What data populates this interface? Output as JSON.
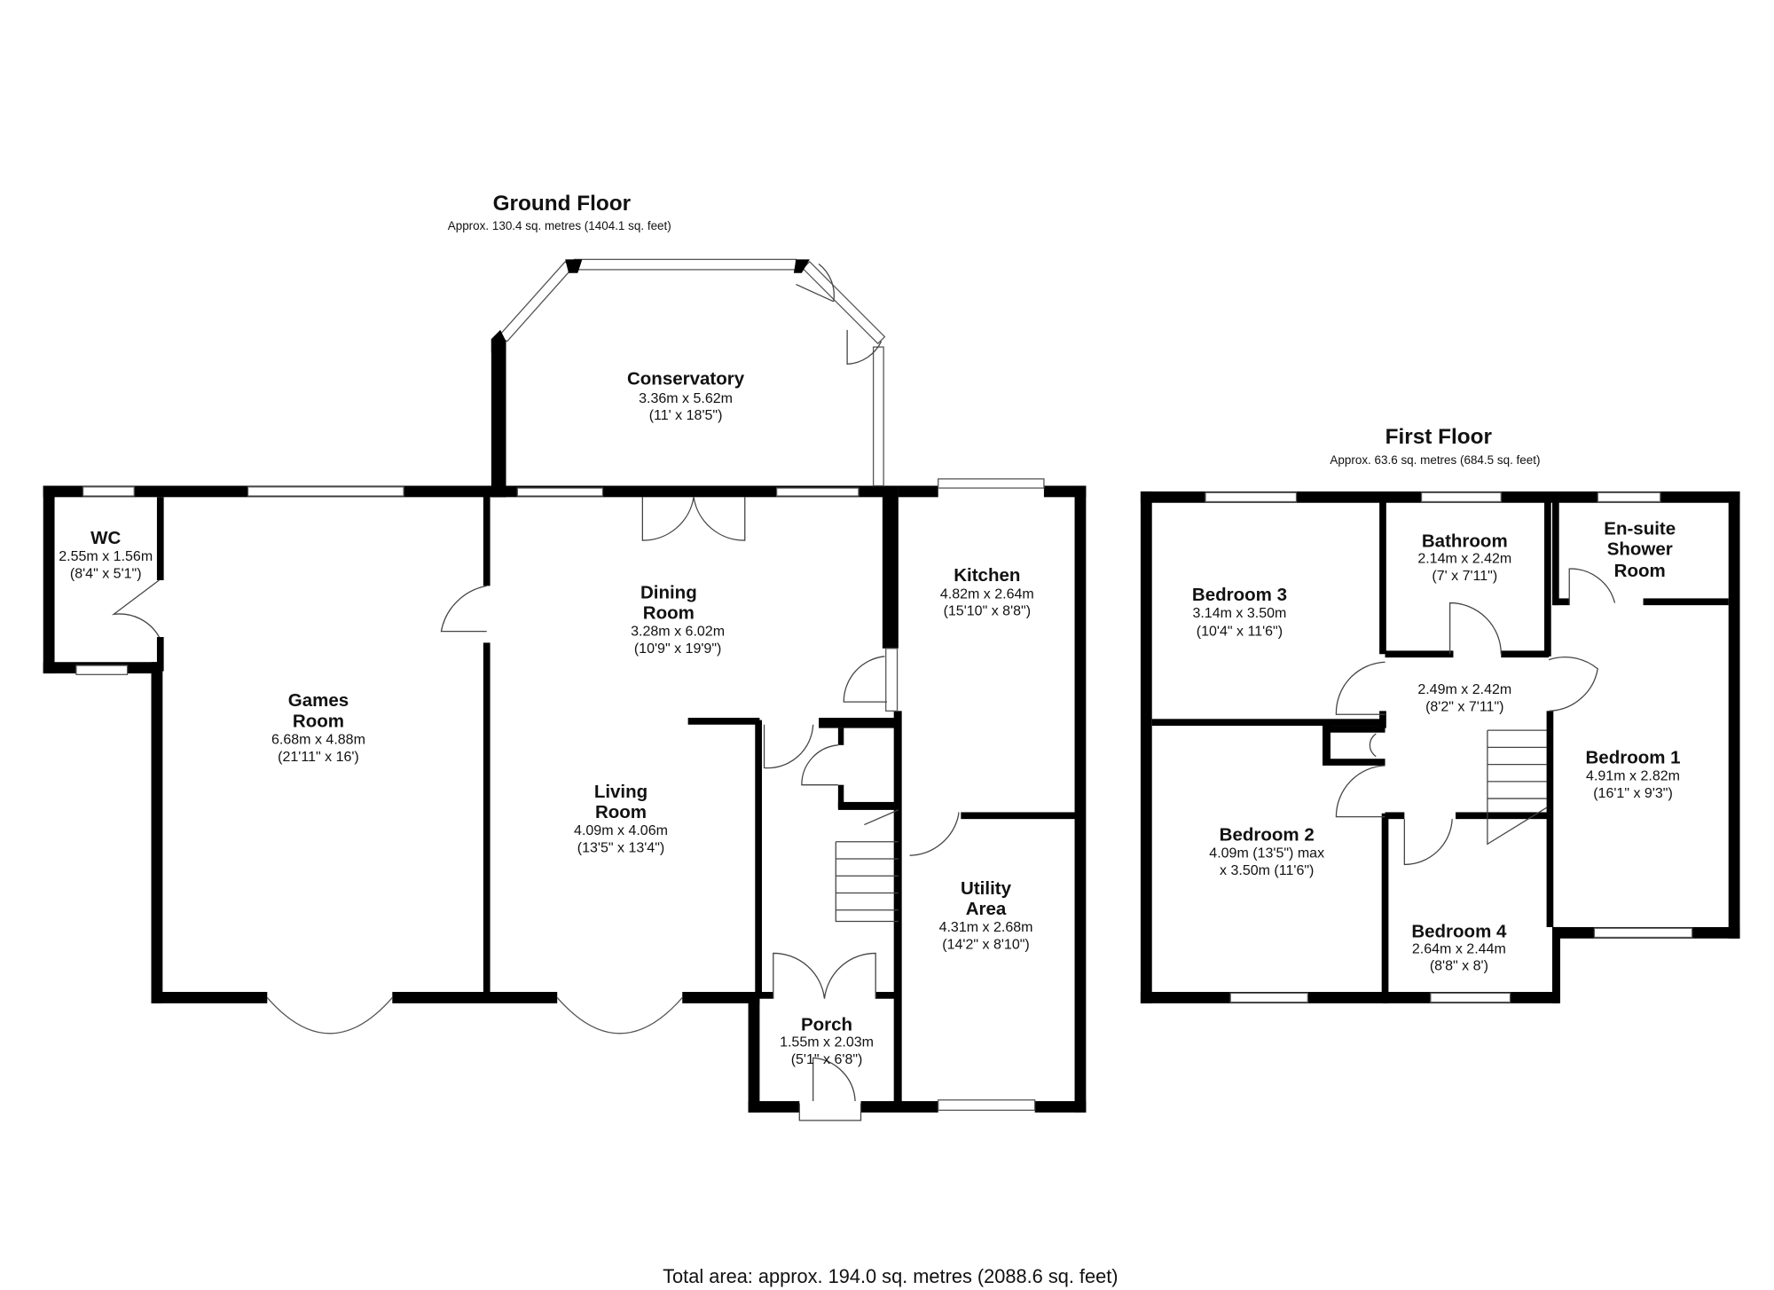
{
  "ground_floor": {
    "title": "Ground Floor",
    "area": "Approx. 130.4 sq. metres (1404.1 sq. feet)",
    "rooms": [
      {
        "name": "Conservatory",
        "name2": "",
        "metric": "3.36m x 5.62m",
        "imperial": "(11' x 18'5\")"
      },
      {
        "name": "WC",
        "name2": "",
        "metric": "2.55m x 1.56m",
        "imperial": "(8'4\" x 5'1\")"
      },
      {
        "name": "Dining",
        "name2": "Room",
        "metric": "3.28m x 6.02m",
        "imperial": "(10'9\" x 19'9\")"
      },
      {
        "name": "Games",
        "name2": "Room",
        "metric": "6.68m x 4.88m",
        "imperial": "(21'11\" x 16')"
      },
      {
        "name": "Kitchen",
        "name2": "",
        "metric": "4.82m x 2.64m",
        "imperial": "(15'10\" x 8'8\")"
      },
      {
        "name": "Living",
        "name2": "Room",
        "metric": "4.09m x 4.06m",
        "imperial": "(13'5\" x 13'4\")"
      },
      {
        "name": "Utility",
        "name2": "Area",
        "metric": "4.31m x 2.68m",
        "imperial": "(14'2\" x 8'10\")"
      },
      {
        "name": "Porch",
        "name2": "",
        "metric": "1.55m x 2.03m",
        "imperial": "(5'1\" x 6'8\")"
      }
    ]
  },
  "first_floor": {
    "title": "First Floor",
    "area": "Approx. 63.6 sq. metres (684.5 sq. feet)",
    "rooms": [
      {
        "name": "Bedroom 3",
        "metric": "3.14m x 3.50m",
        "imperial": "(10'4\" x 11'6\")"
      },
      {
        "name": "Bathroom",
        "metric": "2.14m x 2.42m",
        "imperial": "(7' x 7'11\")"
      },
      {
        "name": "En-suite",
        "name2": "Shower",
        "name3": "Room"
      },
      {
        "name": "",
        "metric": "2.49m x 2.42m",
        "imperial": "(8'2\" x 7'11\")"
      },
      {
        "name": "Bedroom 1",
        "metric": "4.91m x 2.82m",
        "imperial": "(16'1\" x 9'3\")"
      },
      {
        "name": "Bedroom 2",
        "metric": "4.09m (13'5\") max",
        "imperial": "x 3.50m (11'6\")"
      },
      {
        "name": "Bedroom 4",
        "metric": "2.64m x 2.44m",
        "imperial": "(8'8\" x 8')"
      }
    ]
  },
  "total_area": "Total area: approx. 194.0 sq. metres (2088.6 sq. feet)"
}
